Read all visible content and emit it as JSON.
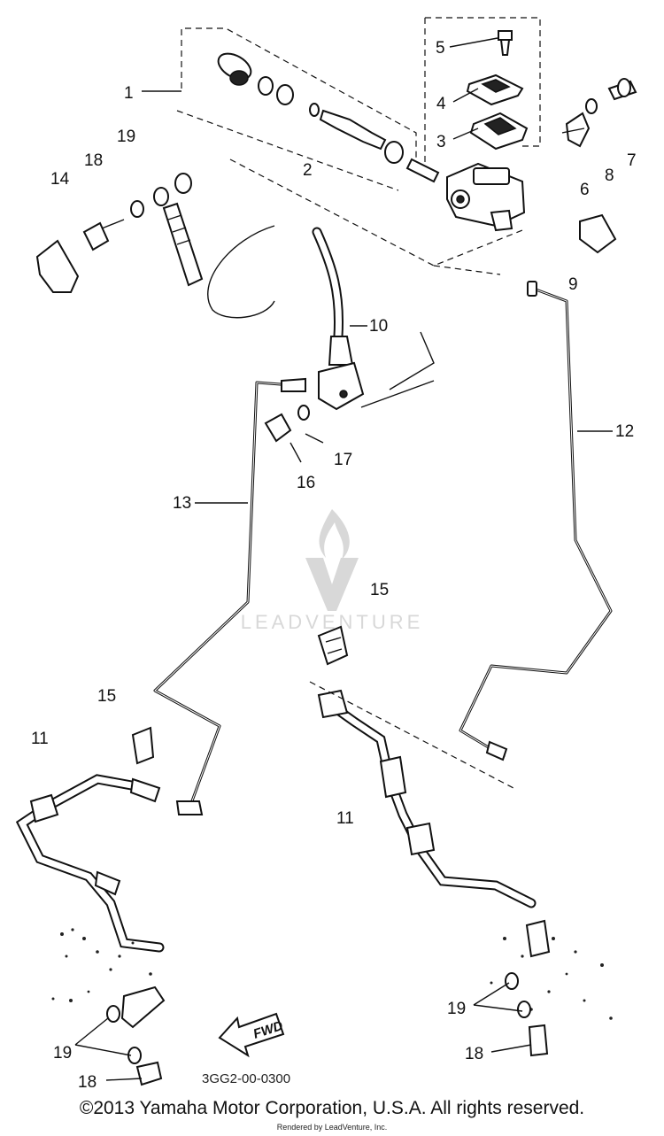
{
  "callouts": {
    "c1": "1",
    "c2": "2",
    "c3": "3",
    "c4": "4",
    "c5": "5",
    "c6": "6",
    "c7": "7",
    "c8": "8",
    "c9": "9",
    "c10": "10",
    "c11a": "11",
    "c11b": "11",
    "c12": "12",
    "c13": "13",
    "c14": "14",
    "c15a": "15",
    "c15b": "15",
    "c16": "16",
    "c17": "17",
    "c18a": "18",
    "c18b": "18",
    "c18c": "18",
    "c19a": "19",
    "c19b": "19",
    "c19c": "19"
  },
  "fwd_label": "FWD",
  "part_code": "3GG2-00-0300",
  "watermark_text": "LEADVENTURE",
  "copyright": "©2013 Yamaha Motor Corporation, U.S.A. All rights reserved.",
  "rendered_by": "Rendered by LeadVenture, Inc."
}
